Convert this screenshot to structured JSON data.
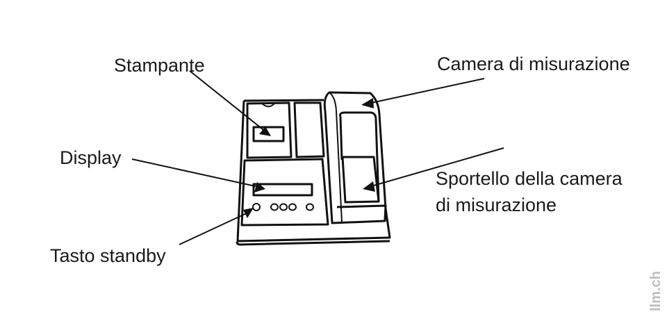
{
  "diagram": {
    "labels": {
      "printer": "Stampante",
      "display": "Display",
      "standby": "Tasto standby",
      "chamber": "Camera di misurazione",
      "door_line1": "Sportello della camera",
      "door_line2": "di misurazione"
    },
    "watermark": "llm.ch",
    "colors": {
      "line": "#111111",
      "text": "#1a1a1a",
      "watermark": "#bdbdbd"
    }
  }
}
